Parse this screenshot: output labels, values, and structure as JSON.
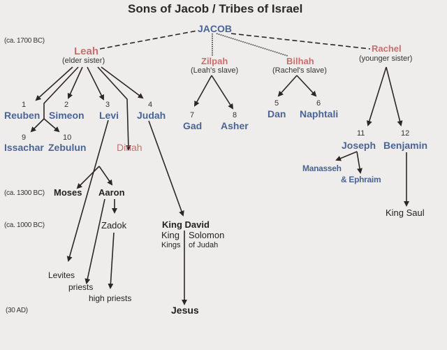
{
  "title": "Sons of Jacob / Tribes of Israel",
  "eras": {
    "e1700": "(ca. 1700 BC)",
    "e1300": "(ca. 1300 BC)",
    "e1000": "(ca. 1000 BC)",
    "e30": "(30 AD)"
  },
  "patriarch": "JACOB",
  "mothers": {
    "leah": {
      "name": "Leah",
      "note": "(elder sister)"
    },
    "zilpah": {
      "name": "Zilpah",
      "note": "(Leah's slave)"
    },
    "bilhah": {
      "name": "Bilhah",
      "note": "(Rachel's slave)"
    },
    "rachel": {
      "name": "Rachel",
      "note": "(younger sister)"
    }
  },
  "sons": [
    {
      "num": "1",
      "name": "Reuben"
    },
    {
      "num": "2",
      "name": "Simeon"
    },
    {
      "num": "3",
      "name": "Levi"
    },
    {
      "num": "4",
      "name": "Judah"
    },
    {
      "num": "5",
      "name": "Dan"
    },
    {
      "num": "6",
      "name": "Naphtali"
    },
    {
      "num": "7",
      "name": "Gad"
    },
    {
      "num": "8",
      "name": "Asher"
    },
    {
      "num": "9",
      "name": "Issachar"
    },
    {
      "num": "10",
      "name": "Zebulun"
    },
    {
      "num": "11",
      "name": "Joseph"
    },
    {
      "num": "12",
      "name": "Benjamin"
    }
  ],
  "daughter": "Dinah",
  "joseph_sons": {
    "a": "Manasseh",
    "b": "& Ephraim"
  },
  "descendants": {
    "moses": "Moses",
    "aaron": "Aaron",
    "zadok": "Zadok",
    "levites": "Levites",
    "priests": "priests",
    "high_priests": "high priests",
    "king_david": "King David",
    "king": "King",
    "solomon": "Solomon",
    "kings": "Kings",
    "of_judah": "of Judah",
    "jesus": "Jesus",
    "king_saul": "King Saul"
  },
  "colors": {
    "background": "#eeedeb",
    "male_blue": "#4a6496",
    "female_red": "#c86e6e",
    "line": "#2b2727"
  }
}
